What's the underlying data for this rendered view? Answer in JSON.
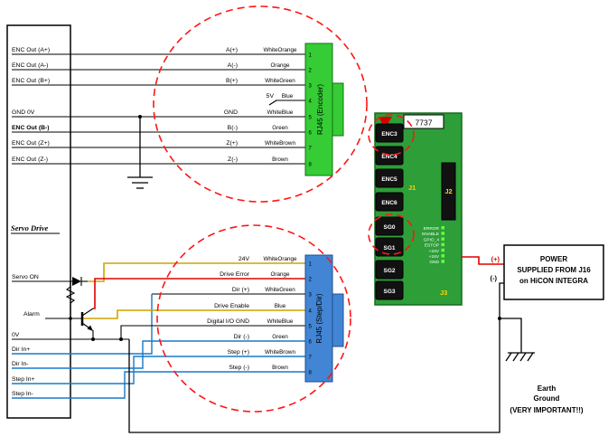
{
  "servo_drive": {
    "title": "Servo Drive",
    "enc_rows": [
      {
        "label": "ENC Out (A+)"
      },
      {
        "label": "ENC Out (A-)"
      },
      {
        "label": "ENC Out (B+)"
      },
      {
        "label": "GND 0V"
      },
      {
        "label": "ENC Out (B-)"
      },
      {
        "label": "ENC Out (Z+)"
      },
      {
        "label": "ENC Out (Z-)"
      }
    ],
    "io_rows": [
      {
        "label": "Servo ON"
      },
      {
        "label": "Alarm"
      },
      {
        "label": "0V"
      },
      {
        "label": "Dir In+"
      },
      {
        "label": "Dir In-"
      },
      {
        "label": "Step In+"
      },
      {
        "label": "Step In-"
      }
    ]
  },
  "encoder": {
    "connector_label": "RJ45 (Encoder)",
    "pins": [
      {
        "num": "1",
        "signal": "A(+)",
        "wire": "WhiteOrange"
      },
      {
        "num": "2",
        "signal": "A(-)",
        "wire": "Orange"
      },
      {
        "num": "3",
        "signal": "B(+)",
        "wire": "WhiteGreen"
      },
      {
        "num": "4",
        "signal": "5V",
        "wire": "Blue"
      },
      {
        "num": "5",
        "signal": "GND",
        "wire": "WhiteBlue"
      },
      {
        "num": "6",
        "signal": "B(-)",
        "wire": "Green"
      },
      {
        "num": "7",
        "signal": "Z(+)",
        "wire": "WhiteBrown"
      },
      {
        "num": "8",
        "signal": "Z(-)",
        "wire": "Brown"
      }
    ]
  },
  "stepdir": {
    "connector_label": "RJ45 (Step/Dir)",
    "pins": [
      {
        "num": "1",
        "signal": "24V",
        "wire": "WhiteOrange"
      },
      {
        "num": "2",
        "signal": "Drive Error",
        "wire": "Orange"
      },
      {
        "num": "3",
        "signal": "Dir (+)",
        "wire": "WhiteGreen"
      },
      {
        "num": "4",
        "signal": "Drive Enable",
        "wire": "Blue"
      },
      {
        "num": "5",
        "signal": "Digital I/O GND",
        "wire": "WhiteBlue"
      },
      {
        "num": "6",
        "signal": "Dir (-)",
        "wire": "Green"
      },
      {
        "num": "7",
        "signal": "Step (+)",
        "wire": "WhiteBrown"
      },
      {
        "num": "8",
        "signal": "Step (-)",
        "wire": "Brown"
      }
    ]
  },
  "board": {
    "part_number": "7737",
    "enc_ports": [
      "ENC3",
      "ENC4",
      "ENC5",
      "ENC6"
    ],
    "sg_ports": [
      "SG0",
      "SG1",
      "SG2",
      "SG3"
    ],
    "j1": "J1",
    "j2": "J2",
    "j3": "J3",
    "status_labels": [
      "ERROR",
      "ENABLE",
      "GPIO_4",
      "ESTOP",
      "+24V",
      "+24V",
      "GND"
    ]
  },
  "power": {
    "line1": "POWER",
    "line2": "SUPPLIED FROM J16",
    "line3": "on HiCON INTEGRA",
    "plus": "(+)",
    "minus": "(-)"
  },
  "ground": {
    "line1": "Earth",
    "line2": "Ground",
    "line3": "(VERY IMPORTANT!!)"
  },
  "colors": {
    "pcb_green": "#2e9e38",
    "connector_green": "#35cc35",
    "connector_blue": "#4285d4",
    "wire_red": "#e00000",
    "wire_yellow": "#cfa300",
    "wire_blue": "#1878c8",
    "highlight_red": "#ff1515",
    "j_label_yellow": "#ffd400"
  }
}
